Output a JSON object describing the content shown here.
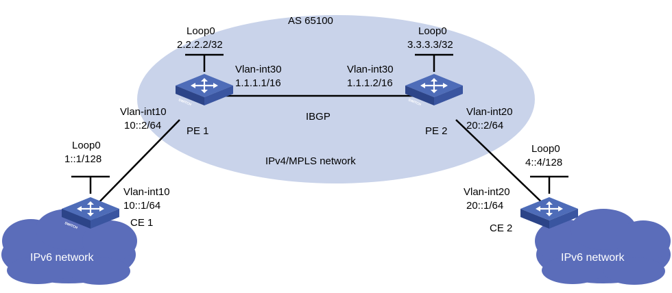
{
  "as_label": "AS 65100",
  "core_label": "IPv4/MPLS network",
  "ibgp_label": "IBGP",
  "switch_badge": "SWITCH",
  "colors": {
    "core_fill": "#c9d3ea",
    "cloud_fill": "#5b6dba",
    "switch_top": "#4e6cb8",
    "switch_side": "#2c4488",
    "link": "#000000"
  },
  "devices": {
    "pe1": {
      "name": "PE 1",
      "loop_if": "Loop0",
      "loop_addr": "2.2.2.2/32"
    },
    "pe2": {
      "name": "PE 2",
      "loop_if": "Loop0",
      "loop_addr": "3.3.3.3/32"
    },
    "ce1": {
      "name": "CE 1",
      "loop_if": "Loop0",
      "loop_addr": "1::1/128"
    },
    "ce2": {
      "name": "CE 2",
      "loop_if": "Loop0",
      "loop_addr": "4::4/128"
    }
  },
  "interfaces": {
    "pe1_core": {
      "if": "Vlan-int30",
      "addr": "1.1.1.1/16"
    },
    "pe2_core": {
      "if": "Vlan-int30",
      "addr": "1.1.1.2/16"
    },
    "pe1_edge": {
      "if": "Vlan-int10",
      "addr": "10::2/64"
    },
    "ce1_edge": {
      "if": "Vlan-int10",
      "addr": "10::1/64"
    },
    "pe2_edge": {
      "if": "Vlan-int20",
      "addr": "20::2/64"
    },
    "ce2_edge": {
      "if": "Vlan-int20",
      "addr": "20::1/64"
    }
  },
  "clouds": {
    "left": {
      "label": "IPv6 network"
    },
    "right": {
      "label": "IPv6 network"
    }
  }
}
